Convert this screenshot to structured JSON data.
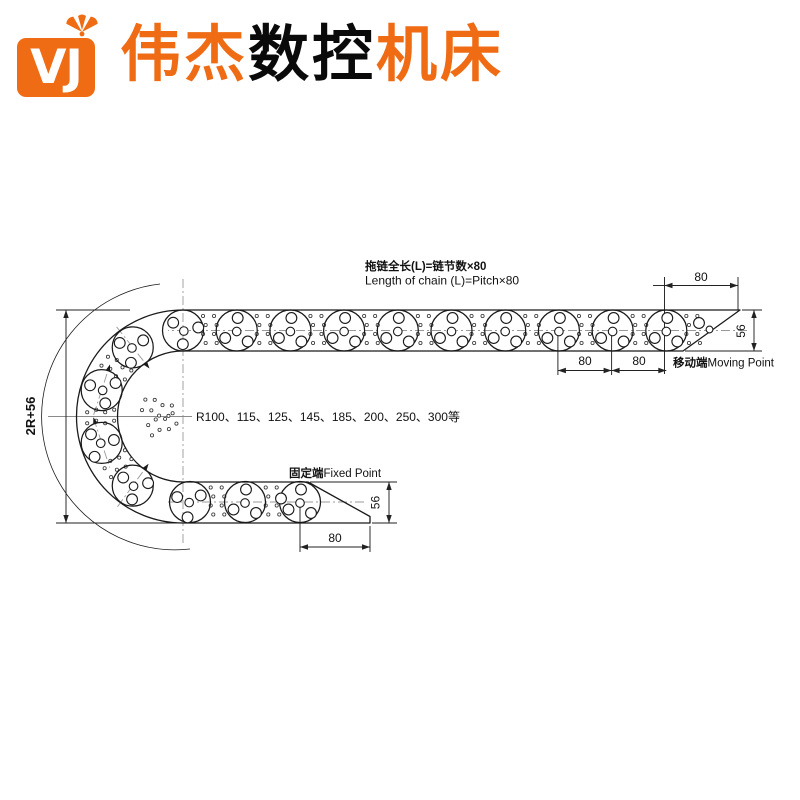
{
  "header": {
    "logo_text": "VJ",
    "brand_cn1": "伟杰",
    "brand_cn2": "数控",
    "brand_cn3": "机床",
    "accent_color": "#ef6c15",
    "brand_black_color": "#0a0a0a",
    "crown_icon": "three-ray-crown"
  },
  "drawing": {
    "formula_cn": "拖链全长(L)=链节数×80",
    "formula_en": "Length of chain (L)=Pitch×80",
    "pitch_dim": "80",
    "height_dim": "56",
    "overall_height_dim": "2R+56",
    "bend_radii_note": "R100、115、125、145、185、200、250、300等",
    "moving_end_cn": "移动端",
    "moving_end_en": "Moving Point",
    "fixed_end_cn": "固定端",
    "fixed_end_en": "Fixed Point",
    "colors": {
      "line": "#1a1a1a",
      "dim": "#222222",
      "centerline": "#999999",
      "leader": "#8a8a8a"
    }
  }
}
